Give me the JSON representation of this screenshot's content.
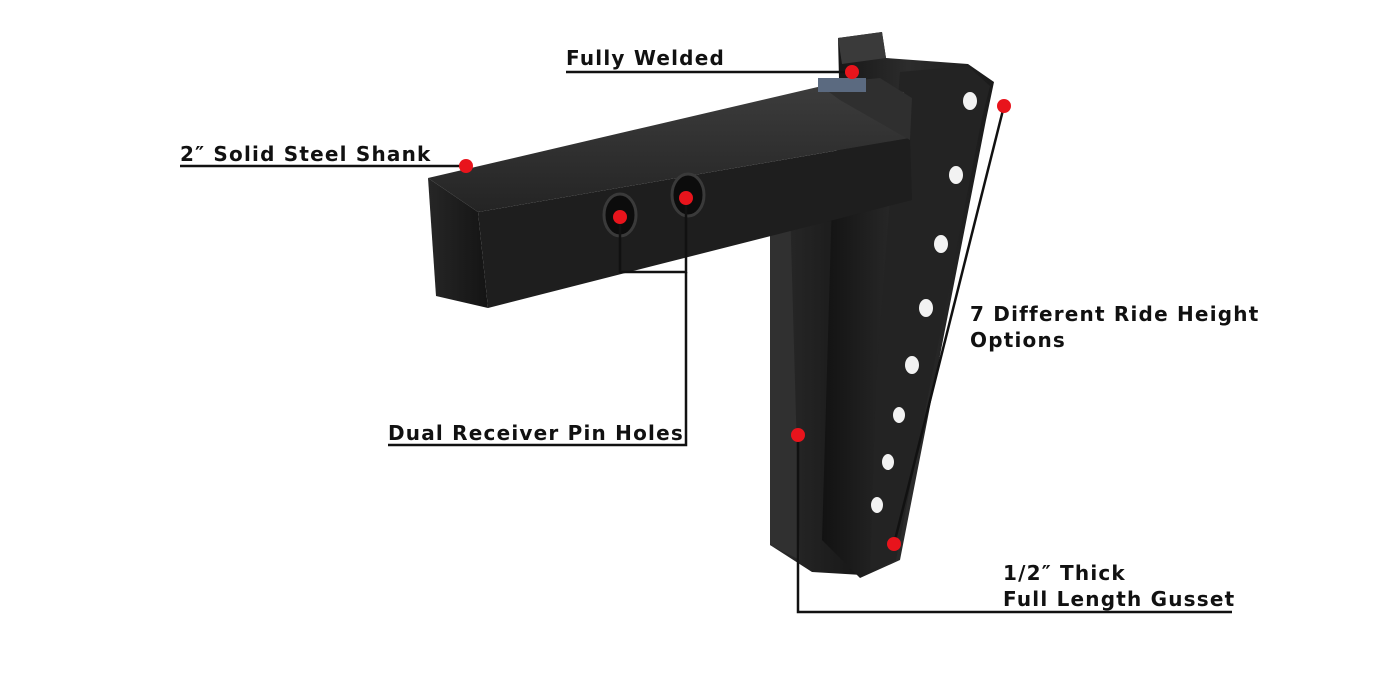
{
  "callouts": {
    "fully_welded": "Fully Welded",
    "shank": "2″ Solid Steel Shank",
    "pin_holes": "Dual Receiver Pin Holes",
    "ride_height_line1": "7 Different Ride Height",
    "ride_height_line2": "Options",
    "gusset_line1": "1/2″ Thick",
    "gusset_line2": "Full Length Gusset"
  },
  "colors": {
    "marker": "#e8141c",
    "steel": "#1b1b1b",
    "steel_highlight": "#3a3a3a",
    "leader_line": "#111111",
    "background": "#ffffff"
  }
}
